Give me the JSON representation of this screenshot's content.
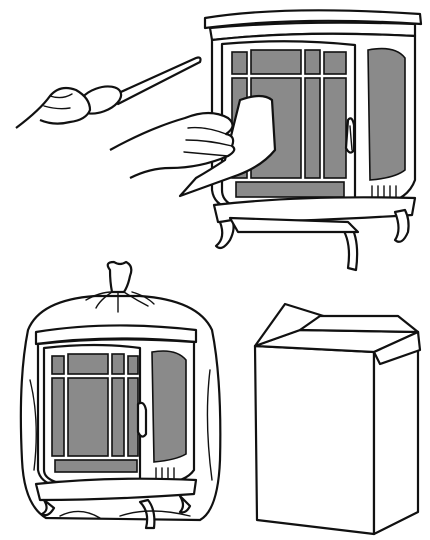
{
  "panels": [
    {
      "id": "clean-stove",
      "illustrates": "cleaning-cloth-and-brush"
    },
    {
      "id": "bagged-stove",
      "illustrates": "plastic-cover"
    },
    {
      "id": "storage-box",
      "illustrates": "carton"
    }
  ],
  "colors": {
    "line": "#111111",
    "glass": "#8a8a8a",
    "background": "#ffffff"
  }
}
